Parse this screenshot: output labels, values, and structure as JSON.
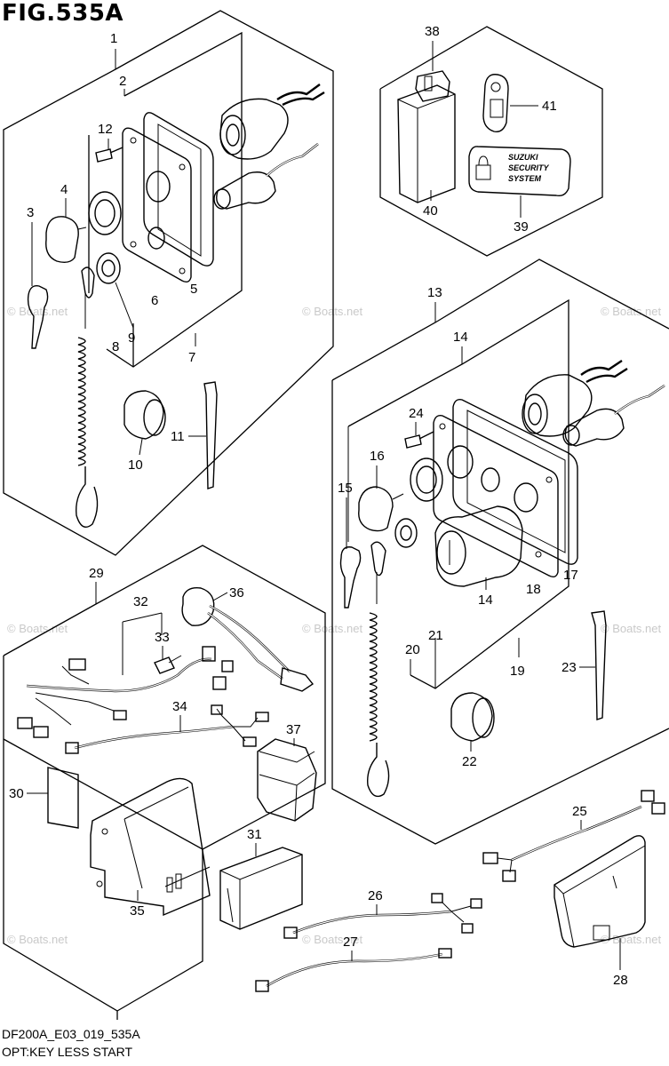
{
  "figure": {
    "title": "FIG.535A"
  },
  "footer": {
    "code": "DF200A_E03_019_535A",
    "caption": "OPT:KEY LESS START"
  },
  "watermark": {
    "text": "© Boats.net"
  },
  "sticker": {
    "line1": "SUZUKI",
    "line2": "SECURITY",
    "line3": "SYSTEM"
  },
  "callouts": {
    "c1": "1",
    "c2": "2",
    "c3": "3",
    "c4": "4",
    "c5": "5",
    "c6": "6",
    "c7": "7",
    "c8": "8",
    "c9": "9",
    "c10": "10",
    "c11": "11",
    "c12": "12",
    "c13": "13",
    "c14a": "14",
    "c14b": "14",
    "c15": "15",
    "c16": "16",
    "c17": "17",
    "c18": "18",
    "c19": "19",
    "c20": "20",
    "c21": "21",
    "c22": "22",
    "c23": "23",
    "c24": "24",
    "c25": "25",
    "c26": "26",
    "c27": "27",
    "c28": "28",
    "c29": "29",
    "c30": "30",
    "c31": "31",
    "c32": "32",
    "c33": "33",
    "c34": "34",
    "c35": "35",
    "c36": "36",
    "c37": "37",
    "c38": "38",
    "c39": "39",
    "c40": "40",
    "c41": "41"
  }
}
